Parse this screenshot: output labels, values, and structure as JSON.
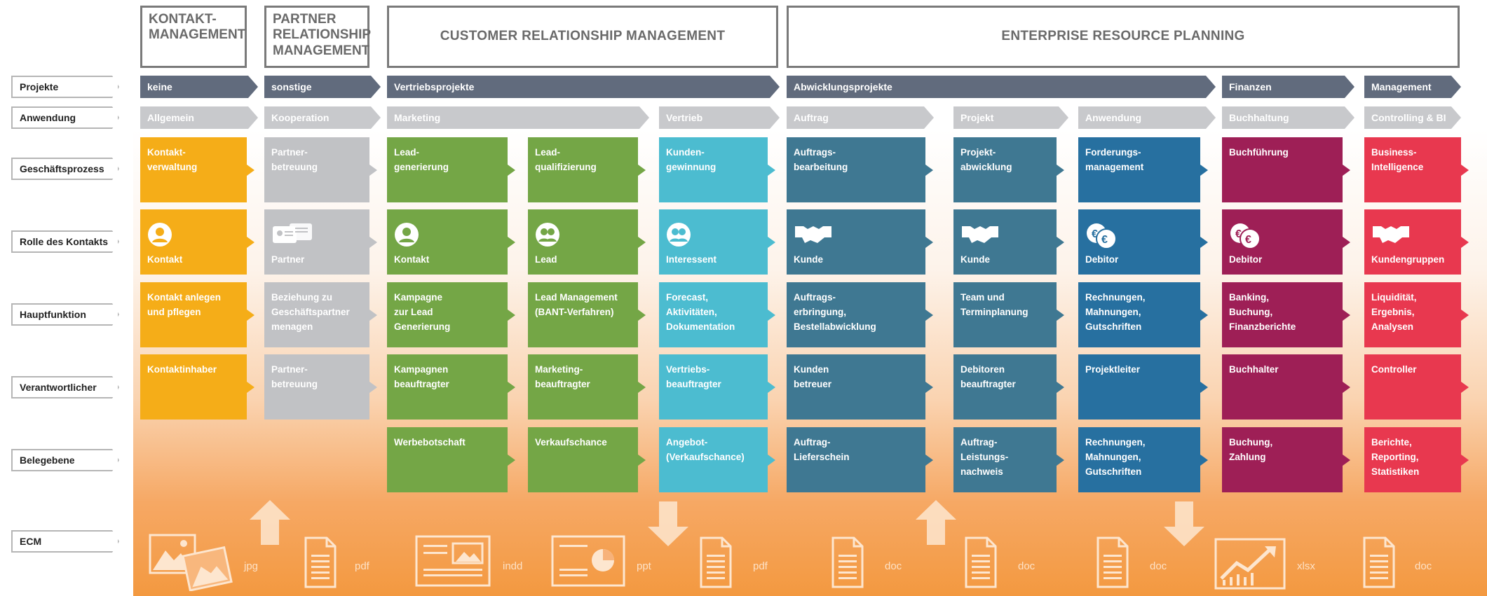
{
  "headers": {
    "kontakt": "KONTAKT-\nMANAGEMENT",
    "partner": "PARTNER\nRELATIONSHIP\nMANAGEMENT",
    "crm": "CUSTOMER RELATIONSHIP MANAGEMENT",
    "erp": "ENTERPRISE RESOURCE PLANNING"
  },
  "row_labels": {
    "projekte": "Projekte",
    "anwendung": "Anwendung",
    "geschaeftsprozess": "Geschäftsprozess",
    "rolle": "Rolle des Kontakts",
    "hauptfunktion": "Hauptfunktion",
    "verantwortlicher": "Verantwortlicher",
    "belegebene": "Belegebene",
    "ecm": "ECM"
  },
  "projekte": {
    "keine": "keine",
    "sonstige": "sonstige",
    "vertrieb": "Vertriebsprojekte",
    "abwicklung": "Abwicklungsprojekte",
    "finanzen": "Finanzen",
    "management": "Management"
  },
  "anwendung": {
    "allgemein": "Allgemein",
    "kooperation": "Kooperation",
    "marketing": "Marketing",
    "vertrieb": "Vertrieb",
    "auftrag": "Auftrag",
    "projekt": "Projekt",
    "anwendung": "Anwendung",
    "buchhaltung": "Buchhaltung",
    "controlling": "Controlling & BI"
  },
  "colors": {
    "kontakt": "#f5ad18",
    "partner": "#c1c2c5",
    "marketing": "#74a646",
    "vertrieb": "#4cbcd0",
    "erp": "#3f7892",
    "anwendung": "#2770a0",
    "buchhaltung": "#9e1f56",
    "controlling": "#e8384f"
  },
  "geschaeftsprozess": {
    "kontakt": "Kontakt-\nverwaltung",
    "partner": "Partner-\nbetreuung",
    "lead_gen": "Lead-\ngenerierung",
    "lead_qual": "Lead-\nqualifizierung",
    "kunden": "Kunden-\ngewinnung",
    "auftrag": "Auftrags-\nbearbeitung",
    "projekt": "Projekt-\nabwicklung",
    "forderung": "Forderungs-\nmanagement",
    "buchfuehrung": "Buchführung",
    "bi": "Business-\nIntelligence"
  },
  "rolle": {
    "kontakt": "Kontakt",
    "partner": "Partner",
    "marketing": "Kontakt",
    "lead": "Lead",
    "interessent": "Interessent",
    "kunde1": "Kunde",
    "kunde2": "Kunde",
    "debitor1": "Debitor",
    "debitor2": "Debitor",
    "kundengruppen": "Kundengruppen"
  },
  "hauptfunktion": {
    "kontakt": "Kontakt anlegen\nund pflegen",
    "partner": "Beziehung zu\nGeschäftspartner\nmenagen",
    "kampagne": "Kampagne\nzur Lead\nGenerierung",
    "lead": "Lead Management\n(BANT-Verfahren)",
    "forecast": "Forecast,\nAktivitäten,\nDokumentation",
    "auftrag": "Auftrags-\nerbringung,\nBestellabwicklung",
    "team": "Team und\nTerminplanung",
    "rechnungen": "Rechnungen,\nMahnungen,\nGutschriften",
    "banking": "Banking,\nBuchung,\nFinanzberichte",
    "liquiditaet": "Liquidität,\nErgebnis,\nAnalysen"
  },
  "verantwortlicher": {
    "kontakt": "Kontaktinhaber",
    "partner": "Partner-\nbetreuung",
    "kampagnen": "Kampagnen\nbeauftragter",
    "marketing": "Marketing-\nbeauftragter",
    "vertrieb": "Vertriebs-\nbeauftragter",
    "kunden": "Kunden\nbetreuer",
    "debitoren": "Debitoren\nbeauftragter",
    "projektleiter": "Projektleiter",
    "buchhalter": "Buchhalter",
    "controller": "Controller"
  },
  "belegebene": {
    "werbebotschaft": "Werbebotschaft",
    "verkaufschance": "Verkaufschance",
    "angebot": "Angebot-\n(Verkaufschance)",
    "lieferschein": "Auftrag-\nLieferschein",
    "leistung": "Auftrag-\nLeistungs-\nnachweis",
    "rechnungen": "Rechnungen,\nMahnungen,\nGutschriften",
    "buchung": "Buchung,\nZahlung",
    "berichte": "Berichte,\nReporting,\nStatistiken"
  },
  "ecm": {
    "jpg": "jpg",
    "pdf1": "pdf",
    "indd": "indd",
    "ppt": "ppt",
    "pdf2": "pdf",
    "doc1": "doc",
    "doc2": "doc",
    "doc3": "doc",
    "xlsx": "xlsx",
    "doc4": "doc"
  },
  "icons": {
    "person": "person-icon",
    "business_card": "business-card-icon",
    "group": "group-icon",
    "handshake": "handshake-icon",
    "euro_coins": "euro-coins-icon",
    "document": "document-icon",
    "image": "image-icon",
    "chart": "chart-icon",
    "arrow_up": "arrow-up-icon",
    "arrow_down": "arrow-down-icon"
  }
}
